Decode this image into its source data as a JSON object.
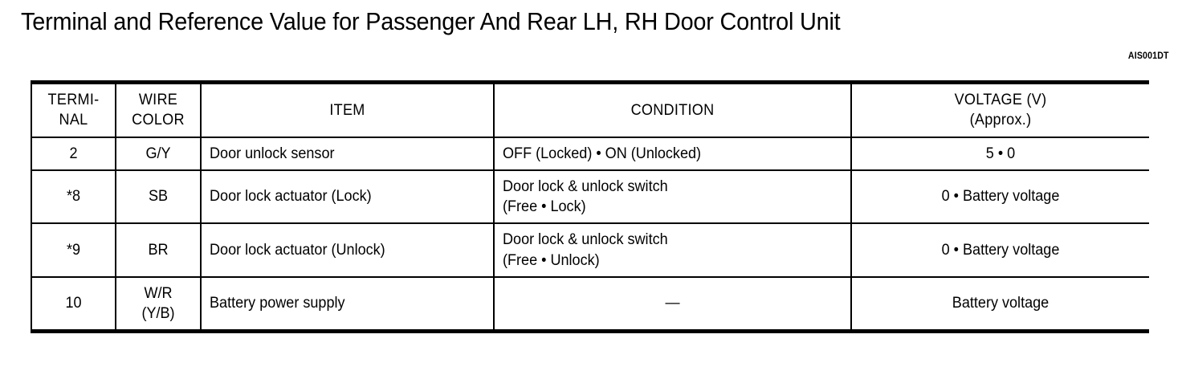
{
  "document": {
    "title": "Terminal and Reference Value for Passenger And Rear LH, RH Door Control Unit",
    "reference_code": "AIS001DT"
  },
  "table": {
    "headers": {
      "terminal": "TERMI-\nNAL",
      "wire_color": "WIRE\nCOLOR",
      "item": "ITEM",
      "condition": "CONDITION",
      "voltage": "VOLTAGE (V)\n(Approx.)"
    },
    "rows": [
      {
        "terminal": "2",
        "wire_color": "G/Y",
        "item": "Door unlock sensor",
        "condition": "OFF (Locked) •   ON (Unlocked)",
        "voltage": "5 •  0"
      },
      {
        "terminal": "*8",
        "wire_color": "SB",
        "item": "Door lock actuator (Lock)",
        "condition": "Door lock & unlock switch\n(Free •   Lock)",
        "voltage": "0 •   Battery voltage"
      },
      {
        "terminal": "*9",
        "wire_color": "BR",
        "item": "Door lock actuator (Unlock)",
        "condition": "Door lock & unlock switch\n(Free •   Unlock)",
        "voltage": "0 •   Battery voltage"
      },
      {
        "terminal": "10",
        "wire_color": "W/R\n(Y/B)",
        "item": "Battery power supply",
        "condition": "—",
        "voltage": "Battery voltage"
      }
    ]
  },
  "colors": {
    "ink": "#000000",
    "paper": "#ffffff"
  }
}
